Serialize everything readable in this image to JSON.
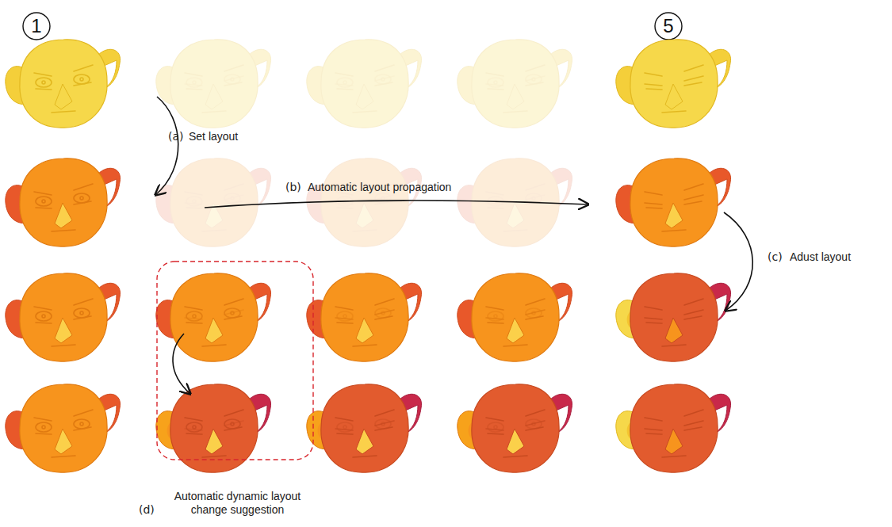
{
  "diagram": {
    "labels": [
      "1",
      "5",
      "(a)",
      "Set layout",
      "(b)",
      "Automatic layout propagation",
      "(c)",
      "Adust layout",
      "(d)",
      "Automatic dynamic layout change suggestion"
    ]
  }
}
